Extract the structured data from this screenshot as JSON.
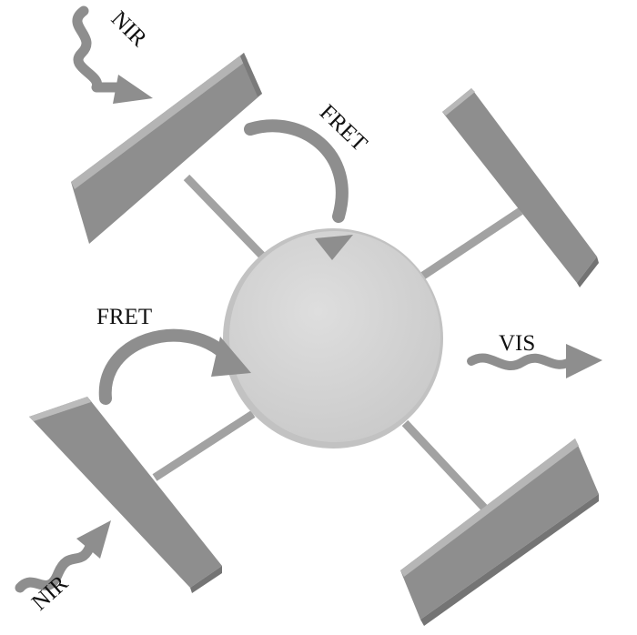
{
  "diagram": {
    "labels": {
      "nir_top": "NIR",
      "nir_bottom": "NIR",
      "fret_top": "FRET",
      "fret_left": "FRET",
      "vis": "VIS"
    },
    "colors": {
      "background": "#ffffff",
      "core": "#d9d9d9",
      "antenna_panel": "#8e8e8e",
      "antenna_highlight": "#bdbdbd",
      "linker": "#9a9a9a",
      "arrow": "#8a8a8a",
      "text": "#111111"
    }
  }
}
